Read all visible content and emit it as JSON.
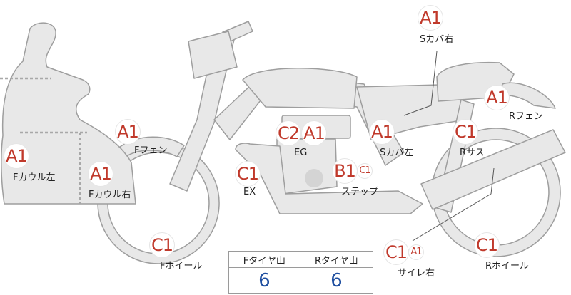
{
  "parts": [
    {
      "id": "s-cover-right-top",
      "label": "Sカバ右",
      "grades": [
        "A1"
      ]
    },
    {
      "id": "r-fender",
      "label": "Rフェン",
      "grades": [
        "A1"
      ]
    },
    {
      "id": "f-fender",
      "label": "Fフェン",
      "grades": [
        "A1"
      ]
    },
    {
      "id": "engine",
      "label": "EG",
      "grades": [
        "C2",
        "A1"
      ]
    },
    {
      "id": "s-cover-left",
      "label": "Sカバ左",
      "grades": [
        "A1"
      ]
    },
    {
      "id": "r-suspension",
      "label": "Rサス",
      "grades": [
        "C1"
      ]
    },
    {
      "id": "f-cowl-left",
      "label": "Fカウル左",
      "grades": [
        "A1"
      ]
    },
    {
      "id": "f-cowl-right",
      "label": "Fカウル右",
      "grades": [
        "A1"
      ]
    },
    {
      "id": "exhaust",
      "label": "EX",
      "grades": [
        "C1"
      ]
    },
    {
      "id": "step",
      "label": "ステップ",
      "grades": [
        "B1",
        "C1"
      ]
    },
    {
      "id": "f-wheel",
      "label": "Fホイール",
      "grades": [
        "C1"
      ]
    },
    {
      "id": "silencer-right",
      "label": "サイレ右",
      "grades": [
        "C1",
        "A1"
      ]
    },
    {
      "id": "r-wheel",
      "label": "Rホイール",
      "grades": [
        "C1"
      ]
    }
  ],
  "tread": {
    "front_label": "Fタイヤ山",
    "rear_label": "Rタイヤ山",
    "front_value": "6",
    "rear_value": "6"
  },
  "colors": {
    "bike_fill": "#e8e8e8",
    "bike_outline": "#9e9e9e",
    "grade": "#c0392b",
    "tread_value": "#1f4fa0"
  }
}
